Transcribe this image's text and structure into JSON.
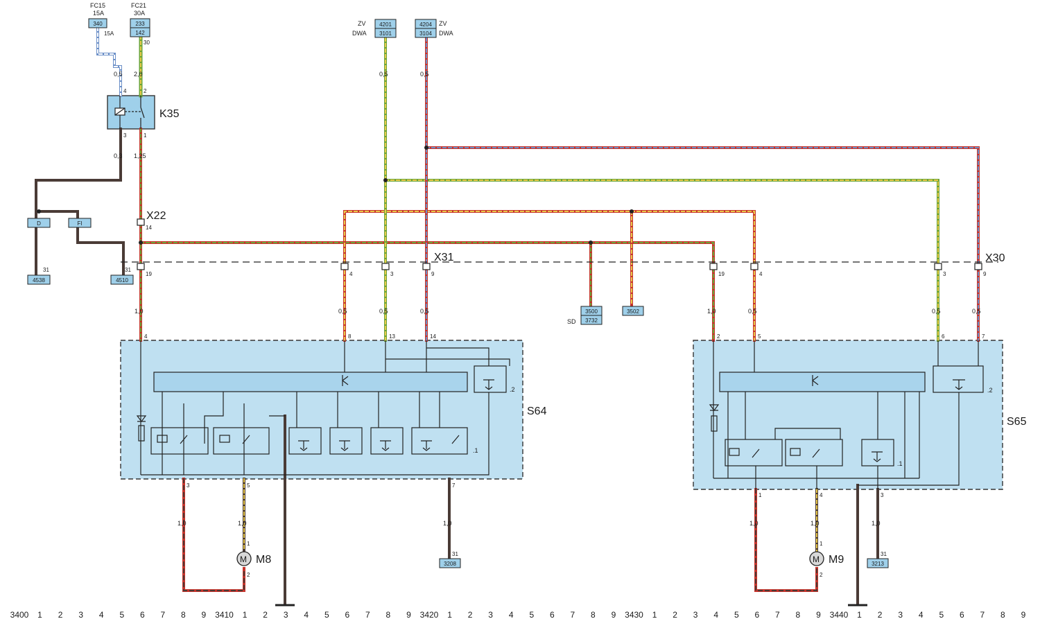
{
  "fuses": {
    "fc15": {
      "name": "FC15",
      "rating": "15A",
      "box": "340",
      "pin_rating": "15A"
    },
    "fc21": {
      "name": "FC21",
      "rating": "30A",
      "box_top": "233",
      "box_bottom": "142",
      "pin": "30"
    }
  },
  "feeds": {
    "left": {
      "label_top": "ZV",
      "label_bottom": "DWA",
      "box_top": "4201",
      "box_bottom": "3101"
    },
    "right": {
      "label_top": "ZV",
      "label_bottom": "DWA",
      "box_top": "4204",
      "box_bottom": "3104"
    }
  },
  "relay": {
    "name": "K35",
    "pins": {
      "in_a": "4",
      "in_b": "2",
      "out_a": "3",
      "out_b": "1"
    },
    "gauges": {
      "in_a": "0,5",
      "in_b": "2,0",
      "out_a": "0,3",
      "out_b": "1,25",
      "feed_a": "0,5",
      "feed_b": "0,5"
    }
  },
  "connectors": {
    "x22": {
      "name": "X22",
      "pin": "14"
    },
    "x31": {
      "name": "X31",
      "pins": [
        "19",
        "4",
        "3",
        "9"
      ]
    },
    "x30": {
      "name": "X30",
      "pins": [
        "19",
        "4",
        "3",
        "9"
      ]
    }
  },
  "grounds": {
    "d": {
      "label": "D",
      "box": "4538",
      "pin": "31"
    },
    "fi": {
      "label": "FI",
      "box": "4510",
      "pin": "31"
    }
  },
  "mid_refs": {
    "sd": "SD",
    "box_a_top": "3500",
    "box_a_bottom": "3732",
    "box_b": "3502"
  },
  "switch_left": {
    "name": "S64",
    "in_gauges": [
      "1,0",
      "0,5",
      "0,5",
      "0,5"
    ],
    "in_pins": [
      "4",
      "8",
      "13",
      "14"
    ],
    "out_pins": [
      "3",
      "5",
      "7"
    ],
    "out_gauges": [
      "1,0",
      "1,0",
      "1,0"
    ],
    "sub_labels": [
      ".2",
      ".1"
    ],
    "motor": {
      "name": "M8",
      "symbol": "M",
      "pins": [
        "1",
        "2"
      ]
    },
    "ground_box": "3208",
    "ground_pin": "31"
  },
  "switch_right": {
    "name": "S65",
    "in_gauges": [
      "1,0",
      "0,5",
      "0,5",
      "0,5"
    ],
    "in_pins": [
      "2",
      "5",
      "6",
      "7"
    ],
    "out_pins": [
      "1",
      "4",
      "3"
    ],
    "out_gauges": [
      "1,0",
      "1,0",
      "1,0"
    ],
    "sub_labels": [
      ".2",
      ".1"
    ],
    "motor": {
      "name": "M9",
      "symbol": "M",
      "pins": [
        "1",
        "2"
      ]
    },
    "ground_box": "3213",
    "ground_pin": "31"
  },
  "ruler": [
    "3400",
    "1",
    "2",
    "3",
    "4",
    "5",
    "6",
    "7",
    "8",
    "9",
    "3410",
    "1",
    "2",
    "3",
    "4",
    "5",
    "6",
    "7",
    "8",
    "9",
    "3420",
    "1",
    "2",
    "3",
    "4",
    "5",
    "6",
    "7",
    "8",
    "9",
    "3430",
    "1",
    "2",
    "3",
    "4",
    "5",
    "6",
    "7",
    "8",
    "9",
    "3440",
    "1",
    "2",
    "3",
    "4",
    "5",
    "6",
    "7",
    "8",
    "9"
  ],
  "colors": {
    "box_fill": "#bfe0f1",
    "red_green": [
      "#c8342c",
      "#6aa53a"
    ],
    "red_yellow": [
      "#c8342c",
      "#e9c94a"
    ],
    "green_yellow": [
      "#6aa53a",
      "#e9c94a"
    ],
    "blue_white": [
      "#6b8fc7",
      "#ffffff"
    ],
    "brown": "#4a3b36",
    "brown_red": [
      "#4a3b36",
      "#c8342c"
    ],
    "brown_yellow": [
      "#4a3b36",
      "#e9c94a"
    ]
  }
}
